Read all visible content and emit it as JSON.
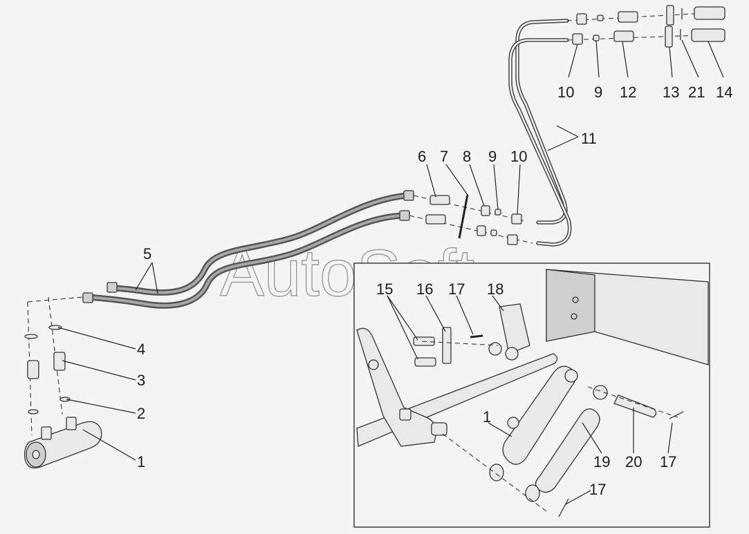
{
  "watermark": "AutoSoft",
  "callouts": {
    "c1a": "1",
    "c2": "2",
    "c3": "3",
    "c4": "4",
    "c5": "5",
    "c6": "6",
    "c7": "7",
    "c8": "8",
    "c9a": "9",
    "c10a": "10",
    "c11": "11",
    "c10b": "10",
    "c9b": "9",
    "c12": "12",
    "c13": "13",
    "c21": "21",
    "c14": "14",
    "c15": "15",
    "c16": "16",
    "c17a": "17",
    "c18": "18",
    "c1b": "1",
    "c19": "19",
    "c20": "20",
    "c17b": "17",
    "c17c": "17"
  },
  "colors": {
    "background": "#f4f4f4",
    "line": "#333333",
    "part": "#e9e9e9",
    "hose": "#555555"
  }
}
